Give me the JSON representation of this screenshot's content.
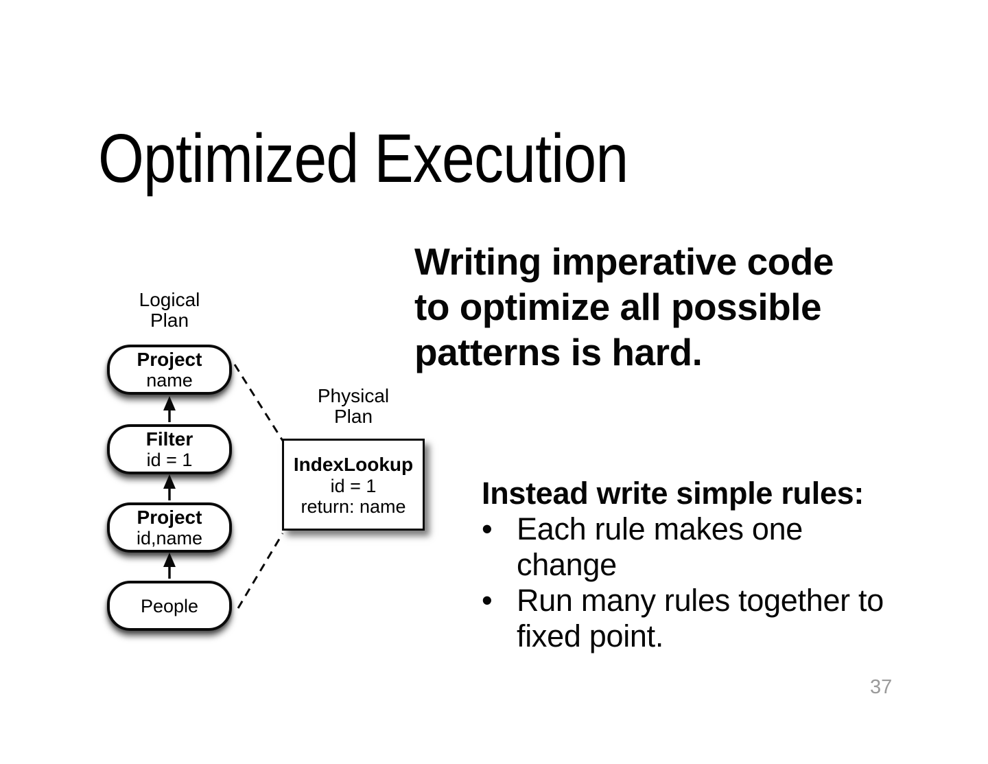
{
  "title": "Optimized Execution",
  "heading": "Writing imperative code to optimize all possible patterns is hard.",
  "diagram": {
    "logical_plan_label": {
      "line1": "Logical",
      "line2": "Plan"
    },
    "physical_plan_label": {
      "line1": "Physical",
      "line2": "Plan"
    },
    "logical_nodes": [
      {
        "title": "Project",
        "subtitle": "name"
      },
      {
        "title": "Filter",
        "subtitle": "id = 1"
      },
      {
        "title": "Project",
        "subtitle": "id,name"
      },
      {
        "title": "People",
        "subtitle": ""
      }
    ],
    "physical_node": {
      "title": "IndexLookup",
      "lines": [
        "id = 1",
        "return: name"
      ]
    }
  },
  "rules": {
    "intro": "Instead write simple rules:",
    "bullet_char": "•",
    "bullets": [
      "Each rule makes one change",
      "Run many rules together to fixed point."
    ]
  },
  "page_number": "37",
  "colors": {
    "background": "#ffffff",
    "text": "#000000",
    "node_fill": "#ffffff",
    "node_border": "#0a0a0a",
    "page_number": "#9a9a9a"
  }
}
